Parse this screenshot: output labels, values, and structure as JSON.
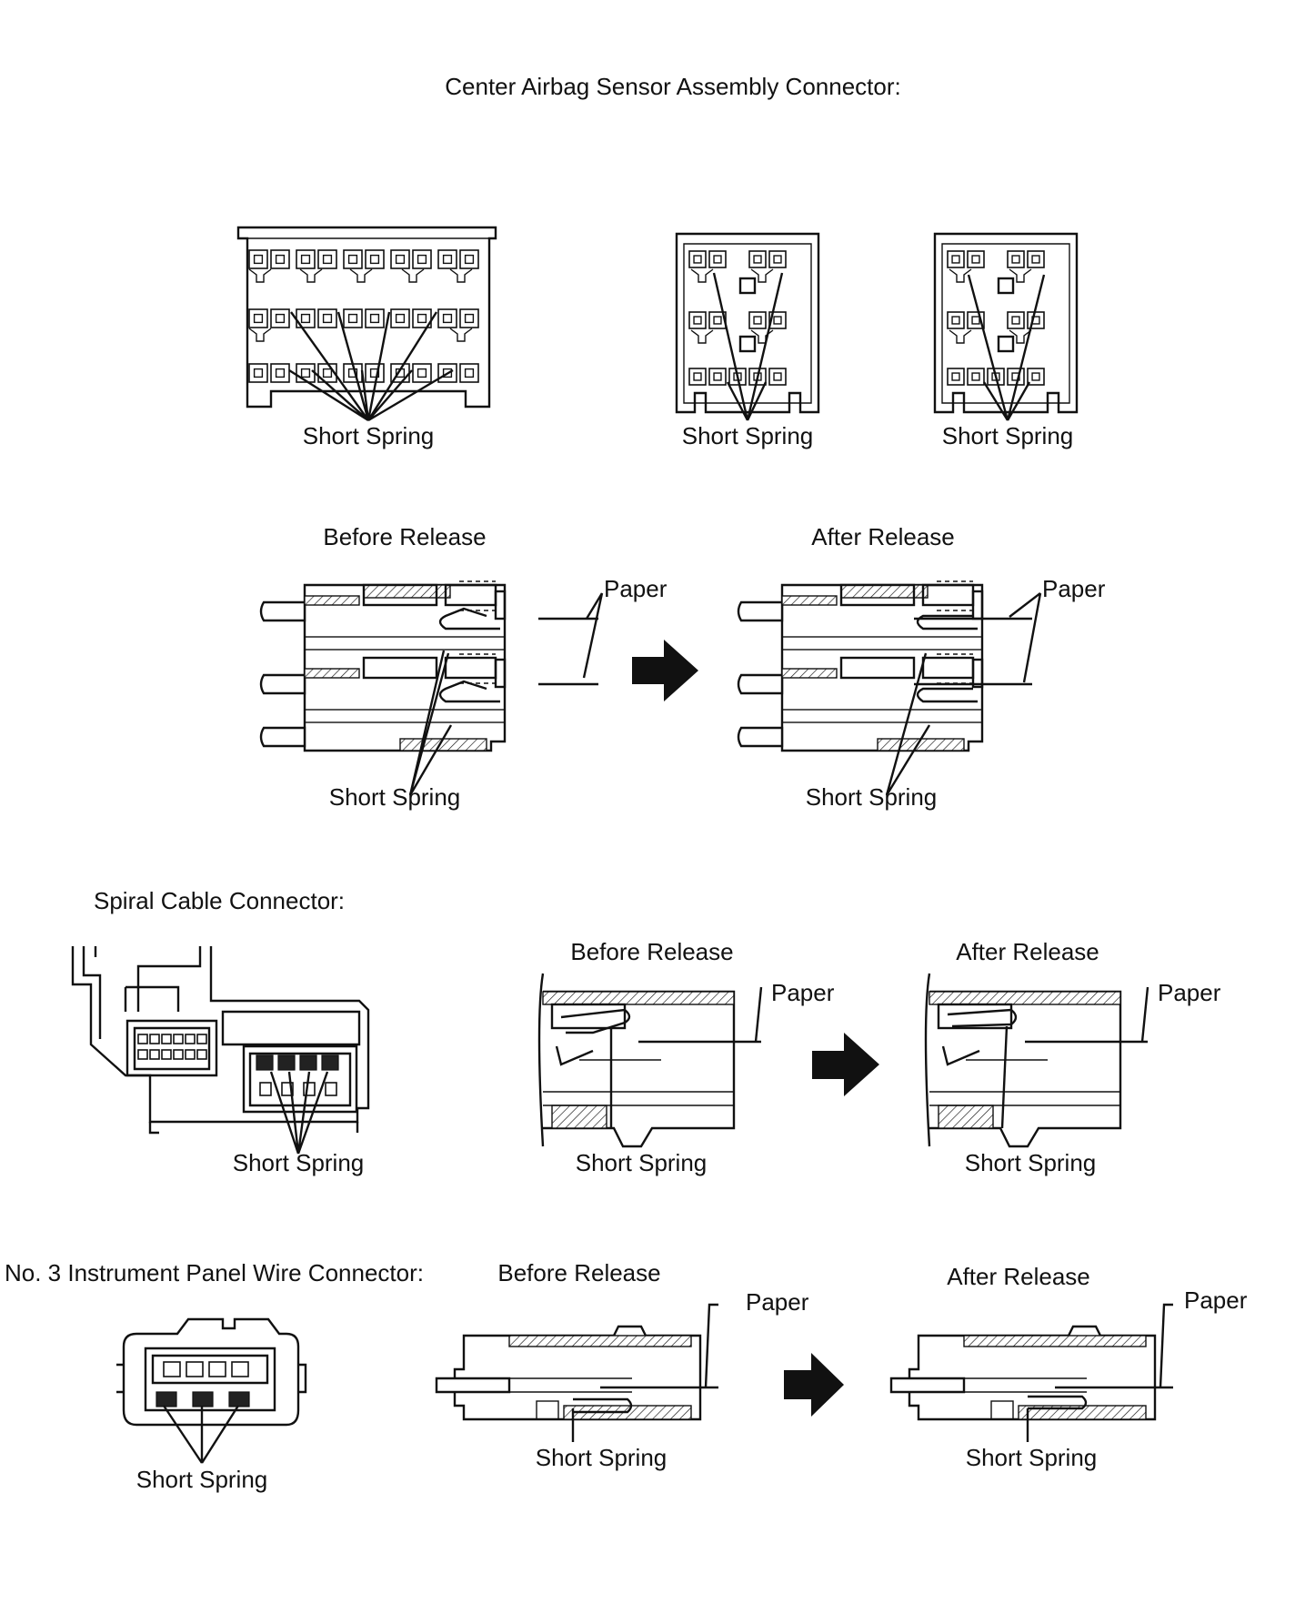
{
  "sections": {
    "center": {
      "title": "Center Airbag Sensor Assembly Connector:"
    },
    "spiral": {
      "title": "Spiral Cable Connector:"
    },
    "no3": {
      "title": "No. 3 Instrument Panel Wire Connector:"
    }
  },
  "labels": {
    "short_spring": "Short Spring",
    "paper": "Paper",
    "before_release": "Before Release",
    "after_release": "After Release"
  },
  "colors": {
    "line": "#111111",
    "background": "#ffffff"
  }
}
